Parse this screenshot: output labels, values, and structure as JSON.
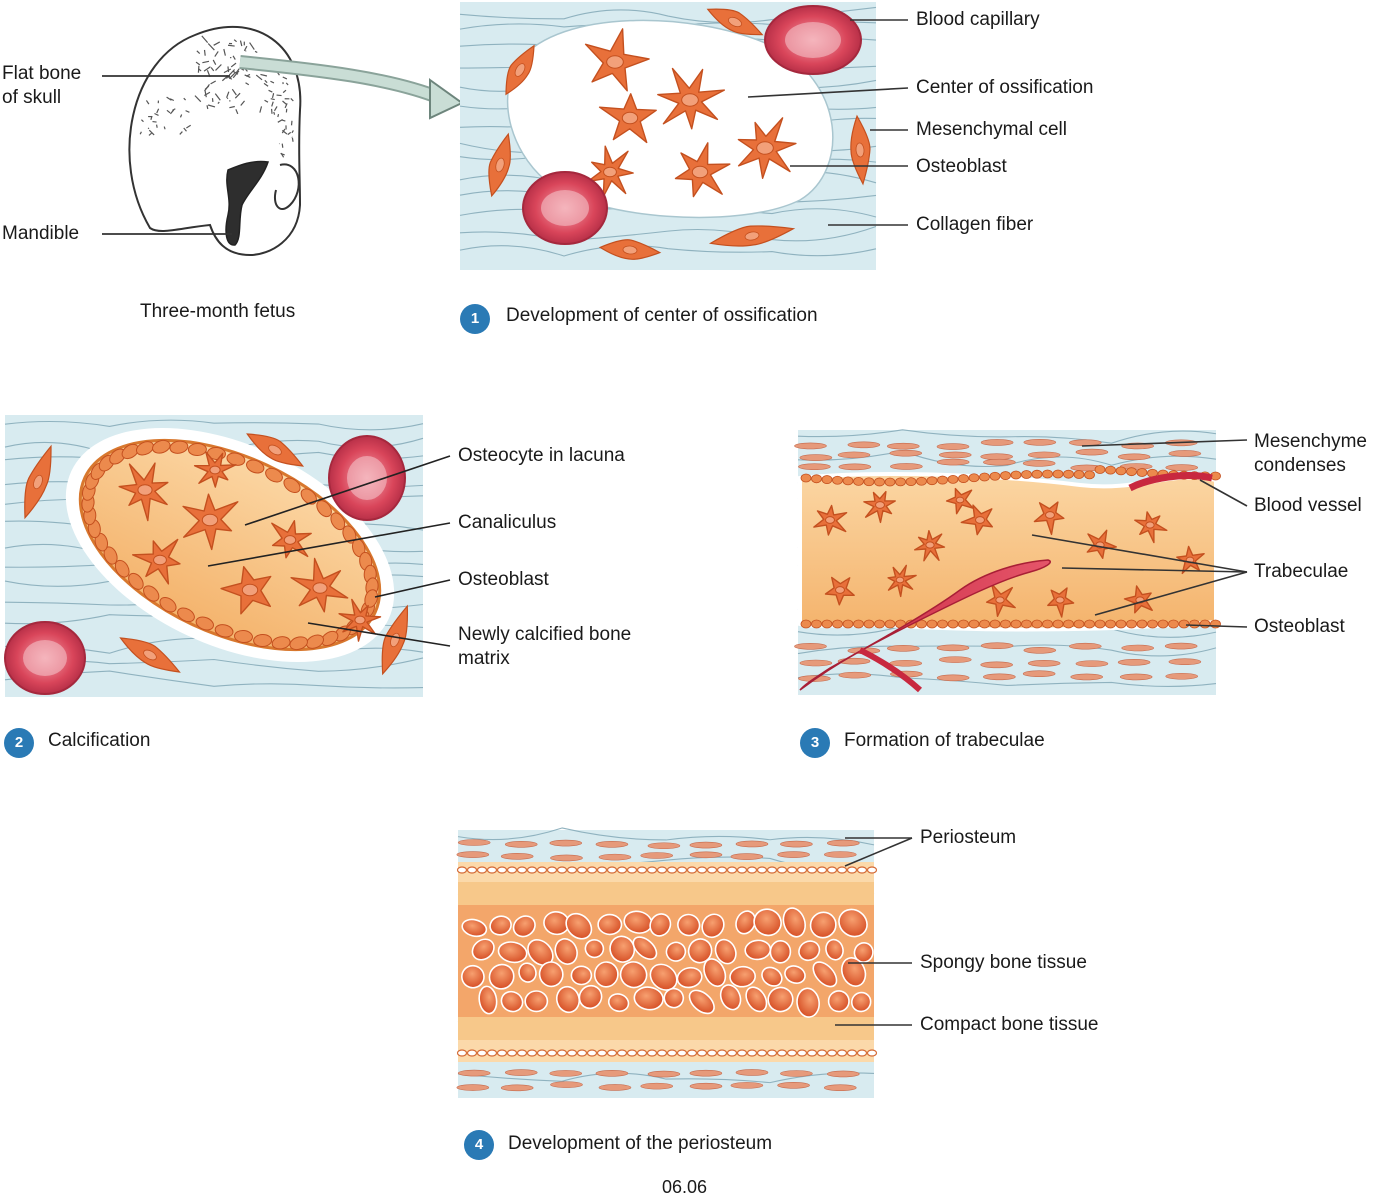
{
  "fetus": {
    "caption": "Three-month fetus",
    "labels": {
      "flat_bone": "Flat bone\nof skull",
      "mandible": "Mandible"
    }
  },
  "step1": {
    "number": "1",
    "caption": "Development of center of ossification",
    "labels": {
      "blood_capillary": "Blood capillary",
      "center_of_ossification": "Center of ossification",
      "mesenchymal_cell": "Mesenchymal cell",
      "osteoblast": "Osteoblast",
      "collagen_fiber": "Collagen fiber"
    }
  },
  "step2": {
    "number": "2",
    "caption": "Calcification",
    "labels": {
      "osteocyte": "Osteocyte in lacuna",
      "canaliculus": "Canaliculus",
      "osteoblast": "Osteoblast",
      "matrix": "Newly calcified bone\nmatrix"
    }
  },
  "step3": {
    "number": "3",
    "caption": "Formation of trabeculae",
    "labels": {
      "mesenchyme": "Mesenchyme\ncondenses",
      "blood_vessel": "Blood vessel",
      "trabeculae": "Trabeculae",
      "osteoblast": "Osteoblast"
    }
  },
  "step4": {
    "number": "4",
    "caption": "Development of the periosteum",
    "labels": {
      "periosteum": "Periosteum",
      "spongy": "Spongy bone tissue",
      "compact": "Compact bone tissue"
    }
  },
  "figure_number": "06.06",
  "colors": {
    "tissue": "#d8ebf0",
    "cell": "#e8703a",
    "cell_dark": "#c4501f",
    "matrix": "#f7c88a",
    "blood": "#d9455a",
    "badge": "#2a7ab5"
  }
}
